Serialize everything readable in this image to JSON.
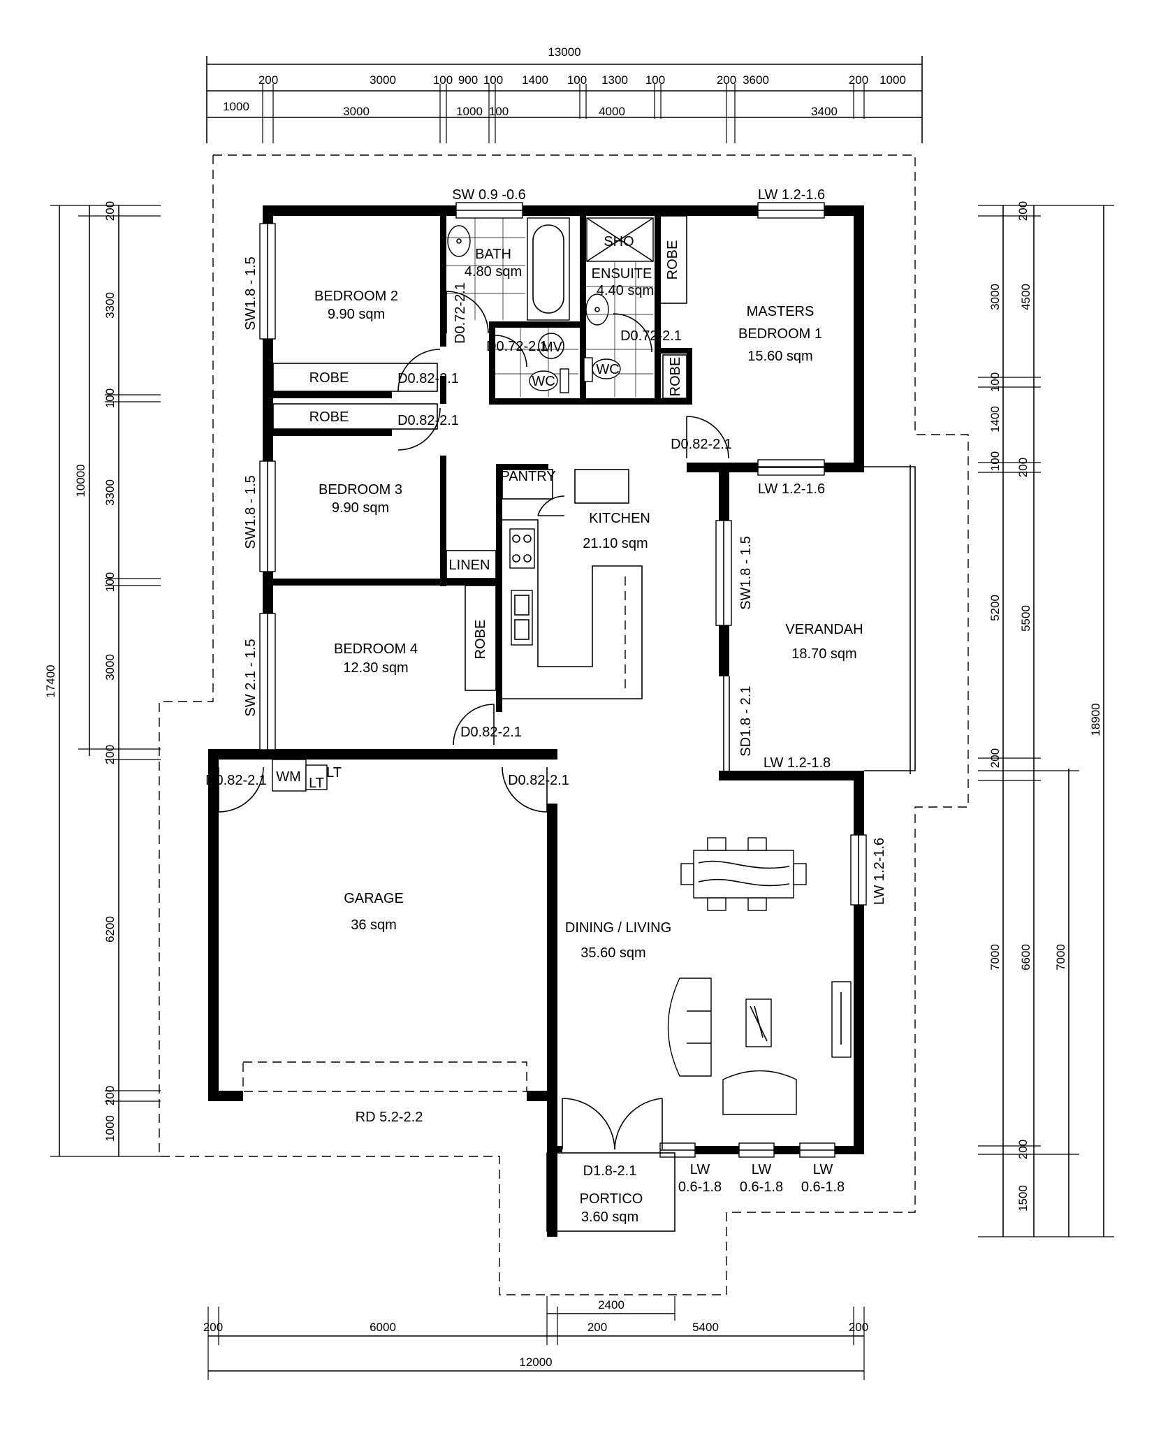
{
  "rooms": [
    {
      "id": "bed2",
      "name": "BEDROOM 2",
      "area": "9.90 sqm"
    },
    {
      "id": "bath",
      "name": "BATH",
      "area": "4.80 sqm"
    },
    {
      "id": "ensuite",
      "name": "ENSUITE",
      "area": "4.40 sqm"
    },
    {
      "id": "master",
      "name": "MASTERS",
      "name2": "BEDROOM 1",
      "area": "15.60  sqm"
    },
    {
      "id": "bed3",
      "name": "BEDROOM  3",
      "area": "9.90 sqm"
    },
    {
      "id": "kitchen",
      "name": "KITCHEN",
      "area": "21.10 sqm"
    },
    {
      "id": "verandah",
      "name": "VERANDAH",
      "area": "18.70  sqm"
    },
    {
      "id": "bed4",
      "name": "BEDROOM 4",
      "area": "12.30 sqm"
    },
    {
      "id": "garage",
      "name": "GARAGE",
      "area": "36 sqm"
    },
    {
      "id": "dining",
      "name": "DINING / LIVING",
      "area": "35.60 sqm"
    },
    {
      "id": "portico",
      "name": "PORTICO",
      "area": "3.60 sqm"
    }
  ],
  "fixtures": {
    "robe": "ROBE",
    "linen": "LINEN",
    "pantry": "PANTRY",
    "sho": "SHO",
    "mv": "MV",
    "wc": "WC",
    "wm": "WM",
    "lt": "LT",
    "lt2": "LT"
  },
  "openings": {
    "sw_bath": "SW 0.9 -0.6",
    "lw_master_top": "LW 1.2-1.6",
    "sw_bed2": "SW1.8 - 1.5",
    "d_bath": "D0.72-2.1",
    "d_wc": "D0.72-2.1",
    "d_ens": "D0.72-2.1",
    "d_bed2": "D0.82-2.1",
    "d_bed3": "D0.82-2.1",
    "d_master": "D0.82-2.1",
    "lw_master_bot": "LW 1.2-1.6",
    "sw_bed3": "SW1.8 - 1.5",
    "sw_ver": "SW1.8 - 1.5",
    "sw_bed4": "SW 2.1 - 1.5",
    "sd_ver": "SD1.8 - 2.1",
    "d_bed4": "D0.82-2.1",
    "lw_ver": "LW 1.2-1.8",
    "d_garage_l": "D0.82-2.1",
    "d_garage_r": "D0.82-2.1",
    "lw_din": "LW 1.2-1.6",
    "rd": "RD 5.2-2.2",
    "d_front": "D1.8-2.1",
    "lw_a": "LW",
    "lw_a2": "0.6-1.8",
    "lw_b": "LW",
    "lw_b2": "0.6-1.8",
    "lw_c": "LW",
    "lw_c2": "0.6-1.8"
  },
  "dims": {
    "top_total": "13000",
    "top_row1": [
      "200",
      "3000",
      "100",
      "900",
      "100",
      "1400",
      "100",
      "1300",
      "100",
      "200",
      "3600",
      "200",
      "1000"
    ],
    "top_row2": [
      "1000",
      "3000",
      "1000",
      "100",
      "4000",
      "3400"
    ],
    "left_total": "17400",
    "left_sub": "10000",
    "left_mid": [
      "200",
      "3300",
      "100",
      "3300",
      "100",
      "3000",
      "200",
      "6200",
      "200",
      "1000"
    ],
    "right_a": [
      "200",
      "3000",
      "100",
      "1400",
      "100",
      "200",
      "5200",
      "200",
      "7000",
      "200",
      "1500"
    ],
    "right_b": [
      "4500",
      "5500",
      "6600"
    ],
    "right_c": "7000",
    "right_total": "18900",
    "bot_row1": [
      "200",
      "6000",
      "200",
      "5400",
      "200"
    ],
    "bot_portico": "2400",
    "bot_total": "12000"
  },
  "colors": {
    "line": "#000000",
    "bg": "#ffffff"
  }
}
